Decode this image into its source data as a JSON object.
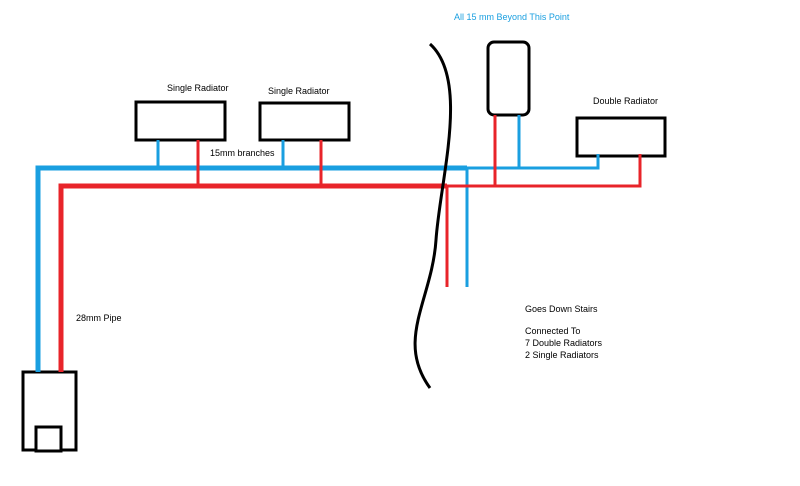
{
  "labels": {
    "beyond_point": "All 15 mm Beyond This Point",
    "radiator_1": "Single Radiator",
    "radiator_2": "Single Radiator",
    "radiator_double": "Double Radiator",
    "branches": "15mm branches",
    "main_pipe": "28mm Pipe"
  },
  "downstairs_note": {
    "line1": "Goes Down Stairs",
    "line2": "Connected To",
    "line3": "7 Double Radiators",
    "line4": "2 Single Radiators"
  },
  "colors": {
    "flow_pipe": "#e8242a",
    "return_pipe": "#1a9fe0",
    "outline": "#000000",
    "accent_text": "#1a9fe0"
  }
}
